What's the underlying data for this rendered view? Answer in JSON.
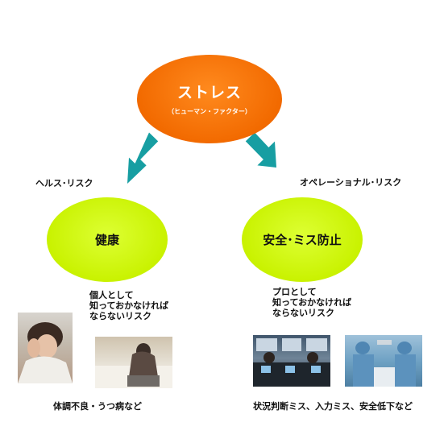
{
  "stress": {
    "title": "ストレス",
    "subtitle": "（ヒューマン・ファクター）"
  },
  "left": {
    "risk_label": "ヘルス･リスク",
    "node_label": "健康",
    "must_know": [
      "個人として",
      "知っておかなければ",
      "ならないリスク"
    ],
    "caption": "体調不良・うつ病など"
  },
  "right": {
    "risk_label": "オペレーショナル･リスク",
    "node_label": "安全･ミス防止",
    "must_know": [
      "プロとして",
      "知っておかなければ",
      "ならないリスク"
    ],
    "caption": "状況判断ミス、入力ミス、安全低下など"
  },
  "colors": {
    "stress_orange": "#f26a00",
    "node_green": "#c9f200",
    "arrow_teal": "#179ea2"
  },
  "photos": [
    {
      "name": "woman-headache-photo"
    },
    {
      "name": "depressed-man-photo"
    },
    {
      "name": "cockpit-pilots-photo"
    },
    {
      "name": "surgery-team-photo"
    }
  ]
}
